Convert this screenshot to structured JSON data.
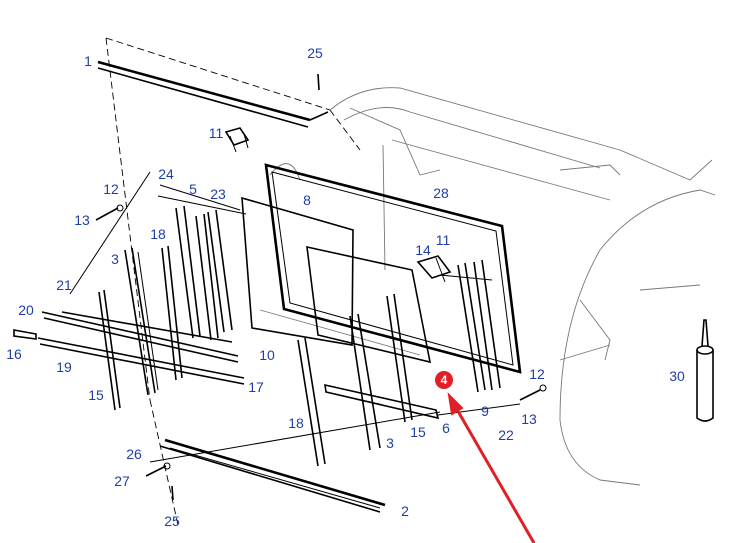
{
  "diagram": {
    "callouts": [
      "1",
      "25",
      "11",
      "8",
      "28",
      "24",
      "5",
      "23",
      "12",
      "13",
      "18",
      "3",
      "14",
      "11",
      "21",
      "20",
      "16",
      "19",
      "10",
      "17",
      "15",
      "18",
      "3",
      "15",
      "6",
      "9",
      "22",
      "12",
      "13",
      "30",
      "26",
      "27",
      "25",
      "2"
    ],
    "marker": {
      "label": "4",
      "color": "#e11f26"
    },
    "label_color": "#1f3fa8"
  }
}
